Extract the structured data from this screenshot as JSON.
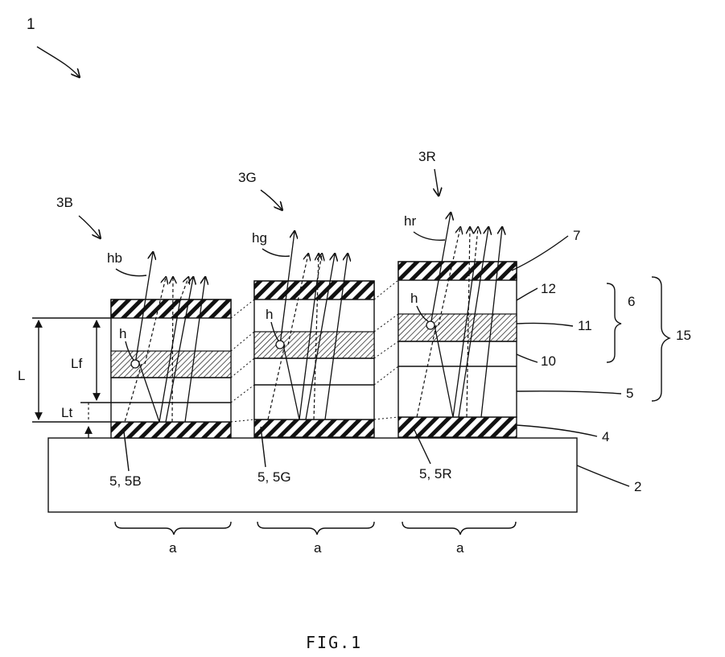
{
  "labels": {
    "device": "1",
    "pixel_b": "3B",
    "pixel_g": "3G",
    "pixel_r": "3R",
    "light_b": "hb",
    "light_g": "hg",
    "light_r": "hr",
    "hole_b": "h",
    "hole_g": "h",
    "hole_r": "h",
    "ref_7": "7",
    "ref_12": "12",
    "ref_11": "11",
    "ref_10": "10",
    "ref_5": "5",
    "ref_4": "4",
    "ref_2": "2",
    "ref_6": "6",
    "ref_15": "15",
    "dim_L": "L",
    "dim_Lf": "Lf",
    "dim_Lt": "Lt",
    "sub_b": "5, 5B",
    "sub_g": "5, 5G",
    "sub_r": "5, 5R",
    "width_a_1": "a",
    "width_a_2": "a",
    "width_a_3": "a"
  },
  "caption": "FIG.1"
}
